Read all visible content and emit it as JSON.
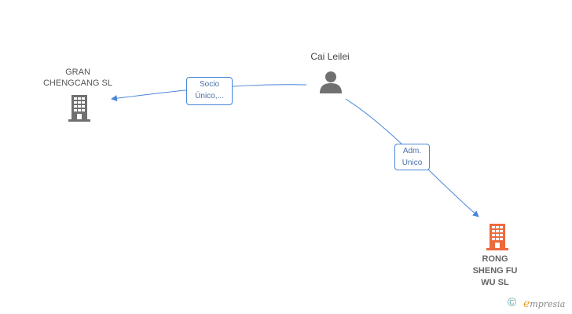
{
  "nodes": {
    "gran_chengcang": {
      "name_line1": "GRAN",
      "name_line2": "CHENGCANG SL",
      "type": "company",
      "color": "#707070"
    },
    "cai_leilei": {
      "name": "Cai Leilei",
      "type": "person",
      "color": "#707070"
    },
    "rong_sheng": {
      "name_line1": "RONG",
      "name_line2": "SHENG FU",
      "name_line3": "WU SL",
      "type": "company",
      "color": "#ee6a3c"
    }
  },
  "edges": {
    "socio": {
      "line1": "Socio",
      "line2": "Único,...",
      "from": "Cai Leilei",
      "to": "GRAN CHENGCANG SL"
    },
    "adm": {
      "line1": "Adm.",
      "line2": "Unico",
      "from": "Cai Leilei",
      "to": "RONG SHENG FU WU SL"
    }
  },
  "colors": {
    "edge": "#4a86d8",
    "edge_label_text": "#4a6fa8"
  },
  "footer": {
    "copyright_symbol": "©",
    "brand_initial": "e",
    "brand_rest": "mpresia"
  }
}
